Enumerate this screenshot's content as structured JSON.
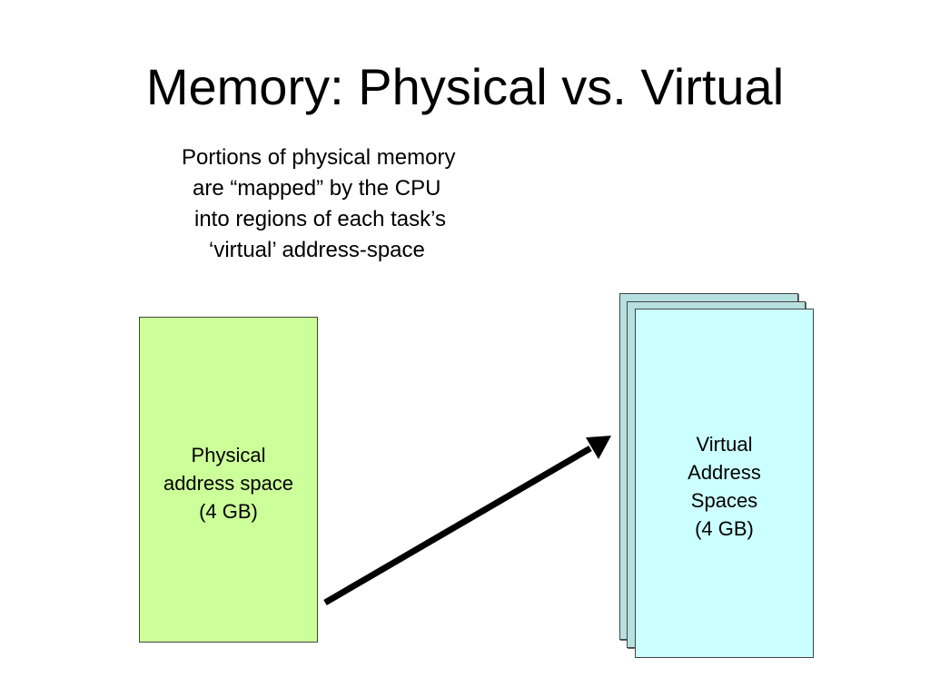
{
  "slide": {
    "title": "Memory: Physical vs. Virtual",
    "caption_lines": [
      "Portions of physical memory",
      "are “mapped” by the CPU",
      "into regions of each task’s",
      "‘virtual’ address-space"
    ]
  },
  "physical_box": {
    "label_lines": [
      "Physical",
      "address space",
      "(4 GB)"
    ],
    "fill": "#ccff99"
  },
  "virtual_boxes": {
    "label_lines": [
      "Virtual",
      "Address",
      "Spaces",
      "(4 GB)"
    ],
    "fill_front": "#ccffff",
    "fill_back": "#b7e0e0"
  },
  "arrow": {
    "color": "#000000"
  }
}
